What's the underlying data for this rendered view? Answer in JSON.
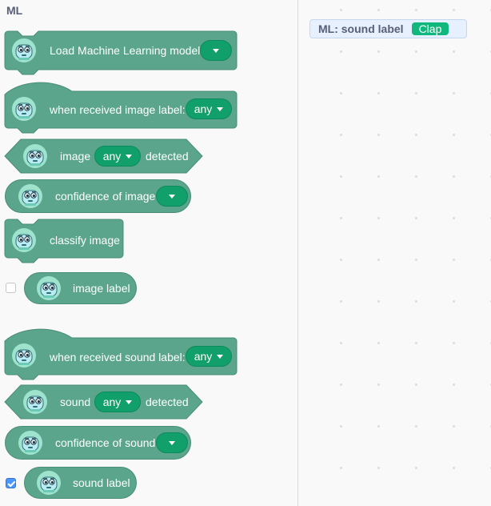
{
  "category": {
    "title": "ML"
  },
  "blocks": {
    "load_model": {
      "label": "Load Machine Learning model"
    },
    "when_image": {
      "label": "when received image label:",
      "dropdown": "any"
    },
    "image_detected": {
      "prefix": "image",
      "dropdown": "any",
      "suffix": "detected"
    },
    "confidence_image": {
      "label": "confidence of image"
    },
    "classify_image": {
      "label": "classify image"
    },
    "image_label": {
      "label": "image label",
      "checked": false
    },
    "when_sound": {
      "label": "when received sound label:",
      "dropdown": "any"
    },
    "sound_detected": {
      "prefix": "sound",
      "dropdown": "any",
      "suffix": "detected"
    },
    "confidence_sound": {
      "label": "confidence of sound"
    },
    "sound_label": {
      "label": "sound label",
      "checked": true
    }
  },
  "monitor": {
    "label": "ML: sound label",
    "value": "Clap"
  },
  "colors": {
    "block": "#5ba58c",
    "block_border": "#4a8d77",
    "dropdown": "#11a06b",
    "monitor_value": "#11b87e",
    "checkbox": "#4c97ff"
  },
  "icons": {
    "block_icon": "ml-mascot-icon",
    "dropdown_caret": "caret-down-icon"
  }
}
